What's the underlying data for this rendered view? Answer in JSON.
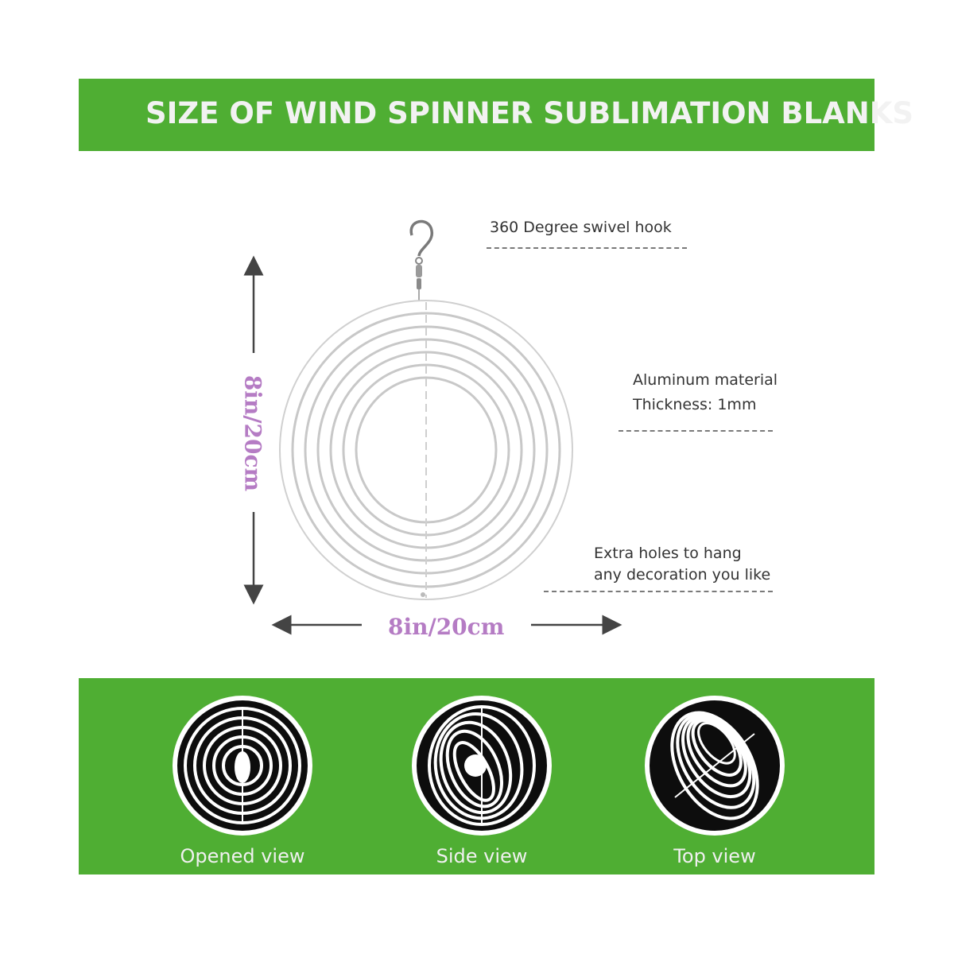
{
  "header": {
    "title": "SIZE OF WIND SPINNER SUBLIMATION BLANKS"
  },
  "callouts": {
    "hook": "360 Degree swivel hook",
    "material_line1": "Aluminum material",
    "material_line2": "Thickness: 1mm",
    "holes_line1": "Extra holes to hang",
    "holes_line2": "any decoration you like"
  },
  "dimensions": {
    "height": "8in/20cm",
    "width": "8in/20cm"
  },
  "views": [
    {
      "label": "Opened view",
      "icon": "opened-view-spinner-icon"
    },
    {
      "label": "Side view",
      "icon": "side-view-spinner-icon"
    },
    {
      "label": "Top view",
      "icon": "top-view-spinner-icon"
    }
  ],
  "colors": {
    "banner_green": "#4fae33",
    "dimension_purple": "#b57cc4",
    "banner_text": "#f2f2f2"
  }
}
